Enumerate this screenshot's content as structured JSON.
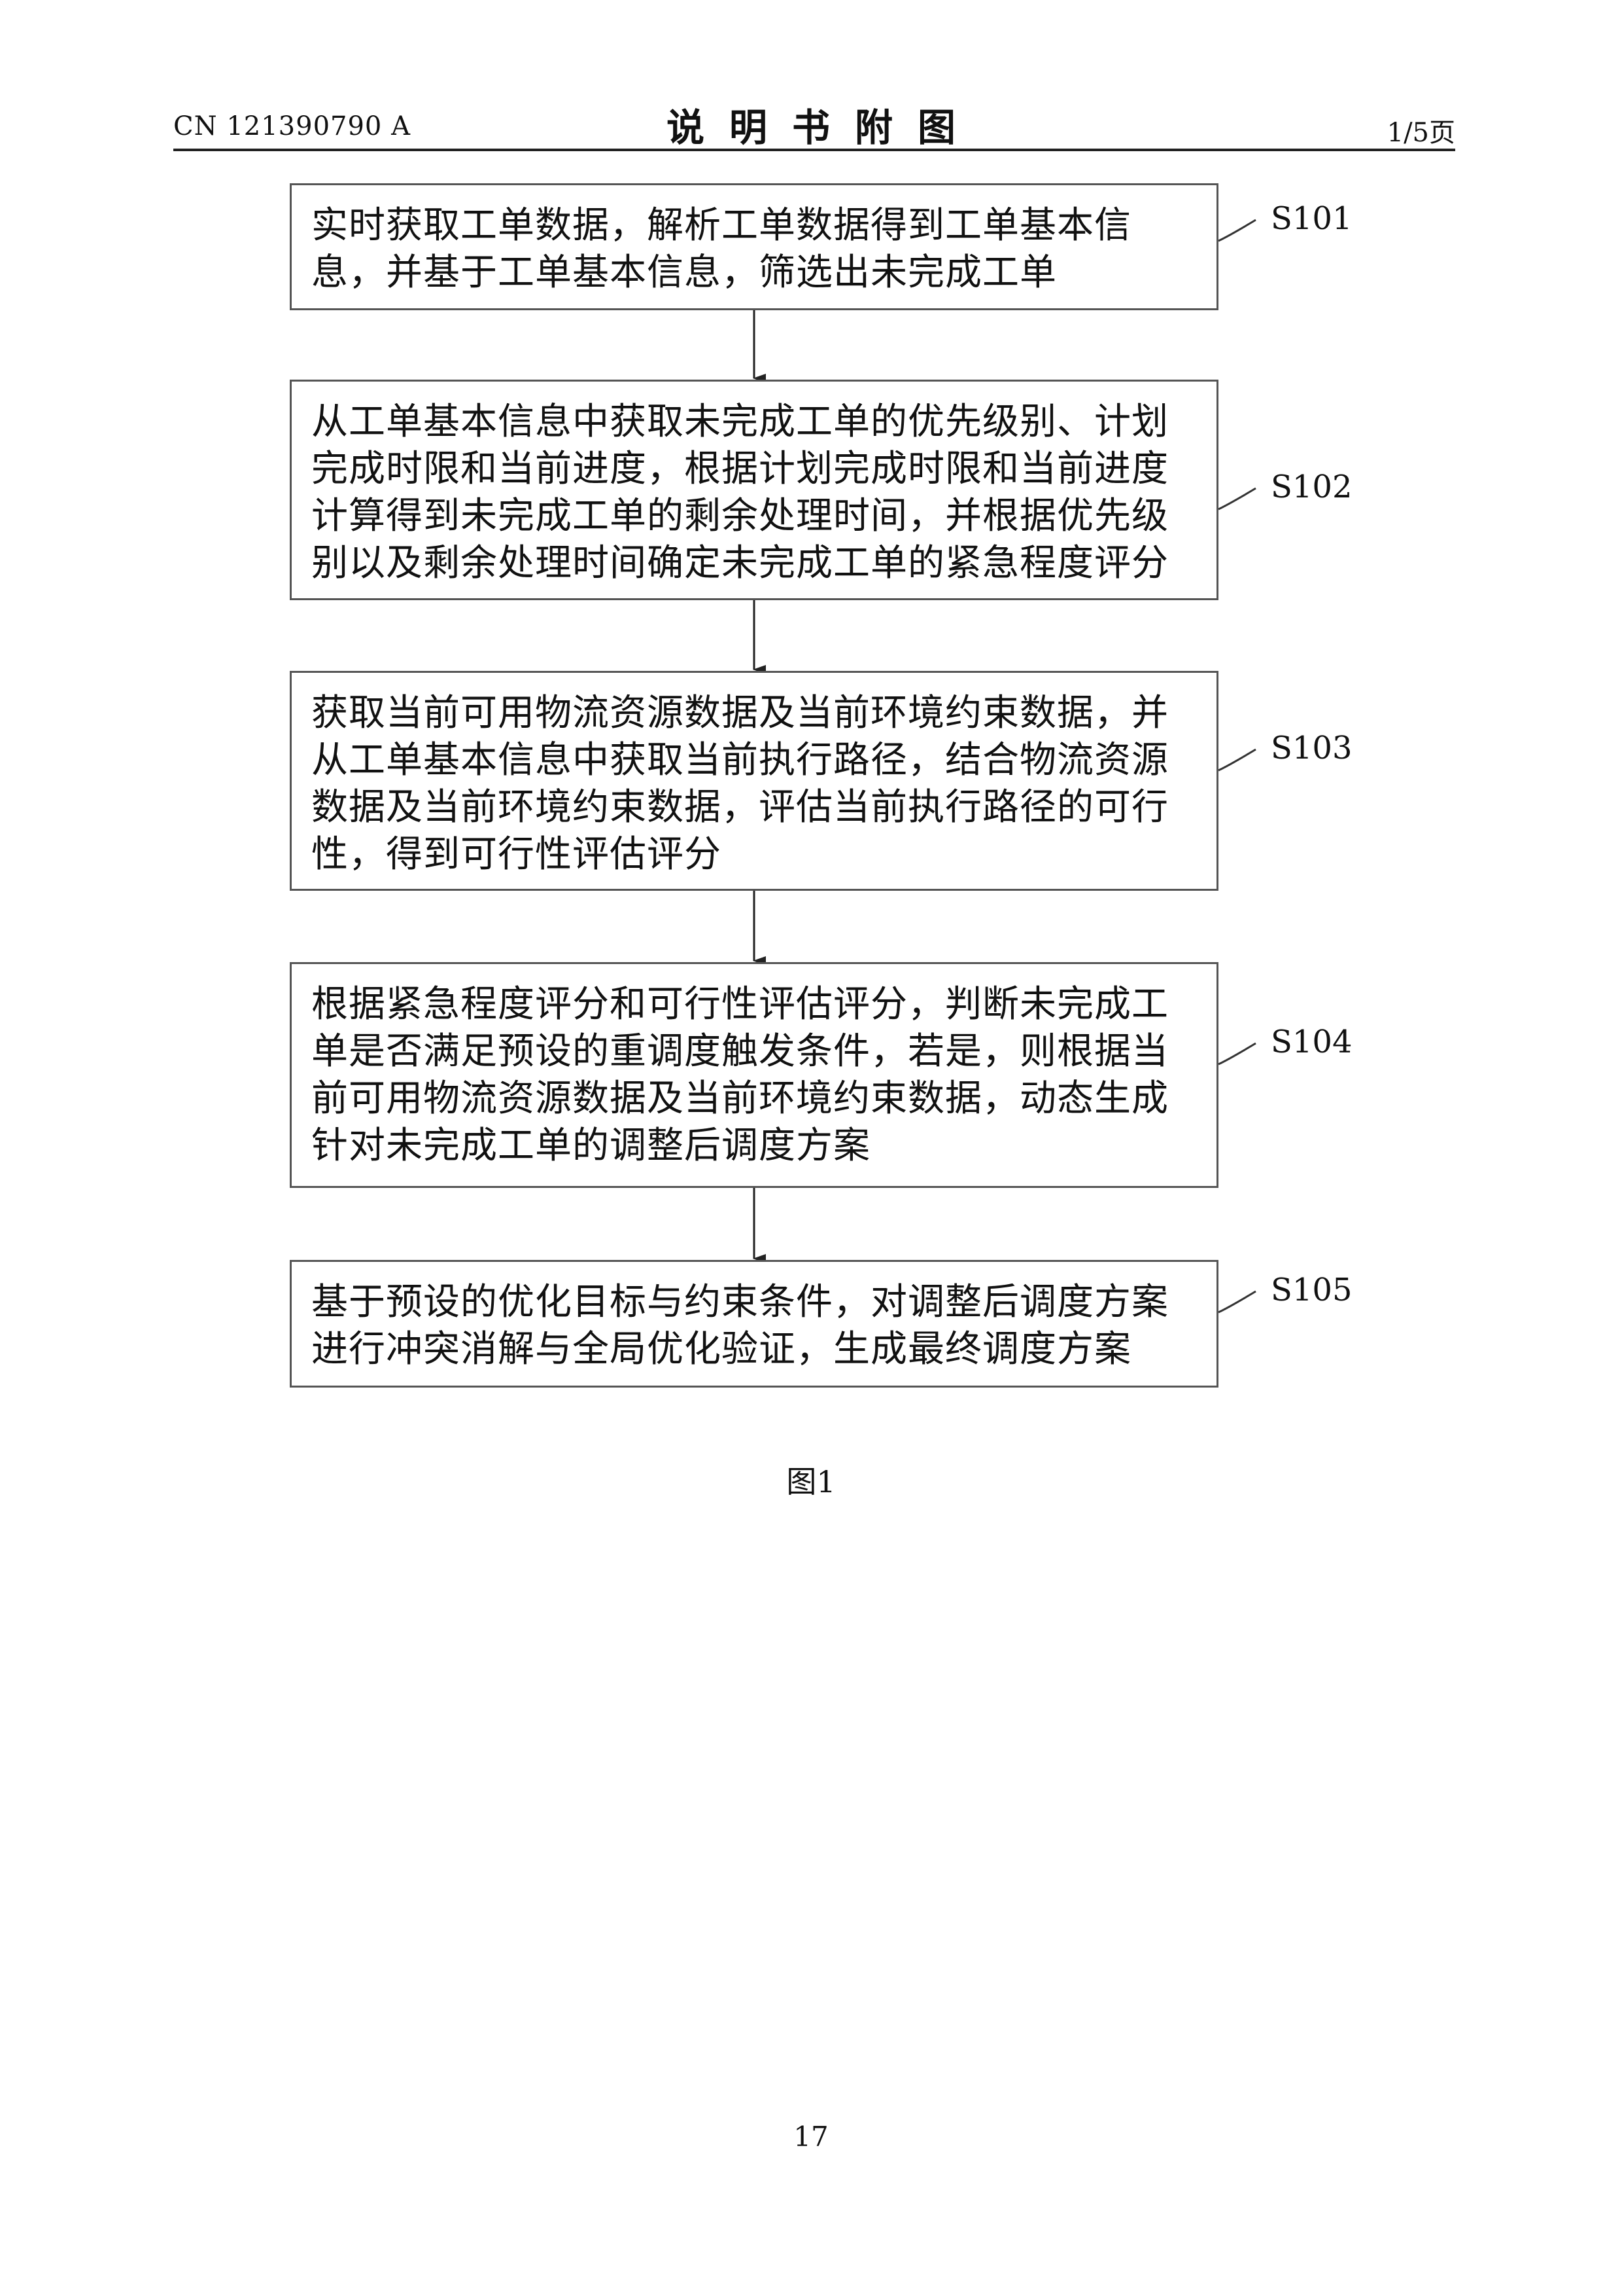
{
  "header": {
    "doc_number": "CN 121390790 A",
    "section_title": "说明书附图",
    "page_of": "1/5页"
  },
  "diagram": {
    "steps": [
      {
        "id": "S101",
        "text": "实时获取工单数据，解析工单数据得到工单基本信息，并基于工单基本信息，筛选出未完成工单"
      },
      {
        "id": "S102",
        "text": "从工单基本信息中获取未完成工单的优先级别、计划完成时限和当前进度，根据计划完成时限和当前进度计算得到未完成工单的剩余处理时间，并根据优先级别以及剩余处理时间确定未完成工单的紧急程度评分"
      },
      {
        "id": "S103",
        "text": "获取当前可用物流资源数据及当前环境约束数据，并从工单基本信息中获取当前执行路径，结合物流资源数据及当前环境约束数据，评估当前执行路径的可行性，得到可行性评估评分"
      },
      {
        "id": "S104",
        "text": "根据紧急程度评分和可行性评估评分，判断未完成工单是否满足预设的重调度触发条件，若是，则根据当前可用物流资源数据及当前环境约束数据，动态生成针对未完成工单的调整后调度方案"
      },
      {
        "id": "S105",
        "text": "基于预设的优化目标与约束条件，对调整后调度方案进行冲突消解与全局优化验证，生成最终调度方案"
      }
    ],
    "caption": "图1"
  },
  "footer": {
    "page_number": "17"
  }
}
